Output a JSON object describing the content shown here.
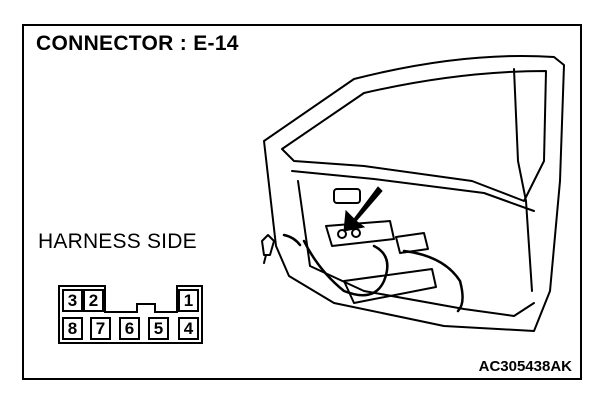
{
  "title": "CONNECTOR : E-14",
  "harness_label": "HARNESS SIDE",
  "figure_code": "AC305438AK",
  "connector": {
    "top_row": [
      "3",
      "2",
      "1"
    ],
    "bottom_row": [
      "8",
      "7",
      "6",
      "5",
      "4"
    ]
  }
}
